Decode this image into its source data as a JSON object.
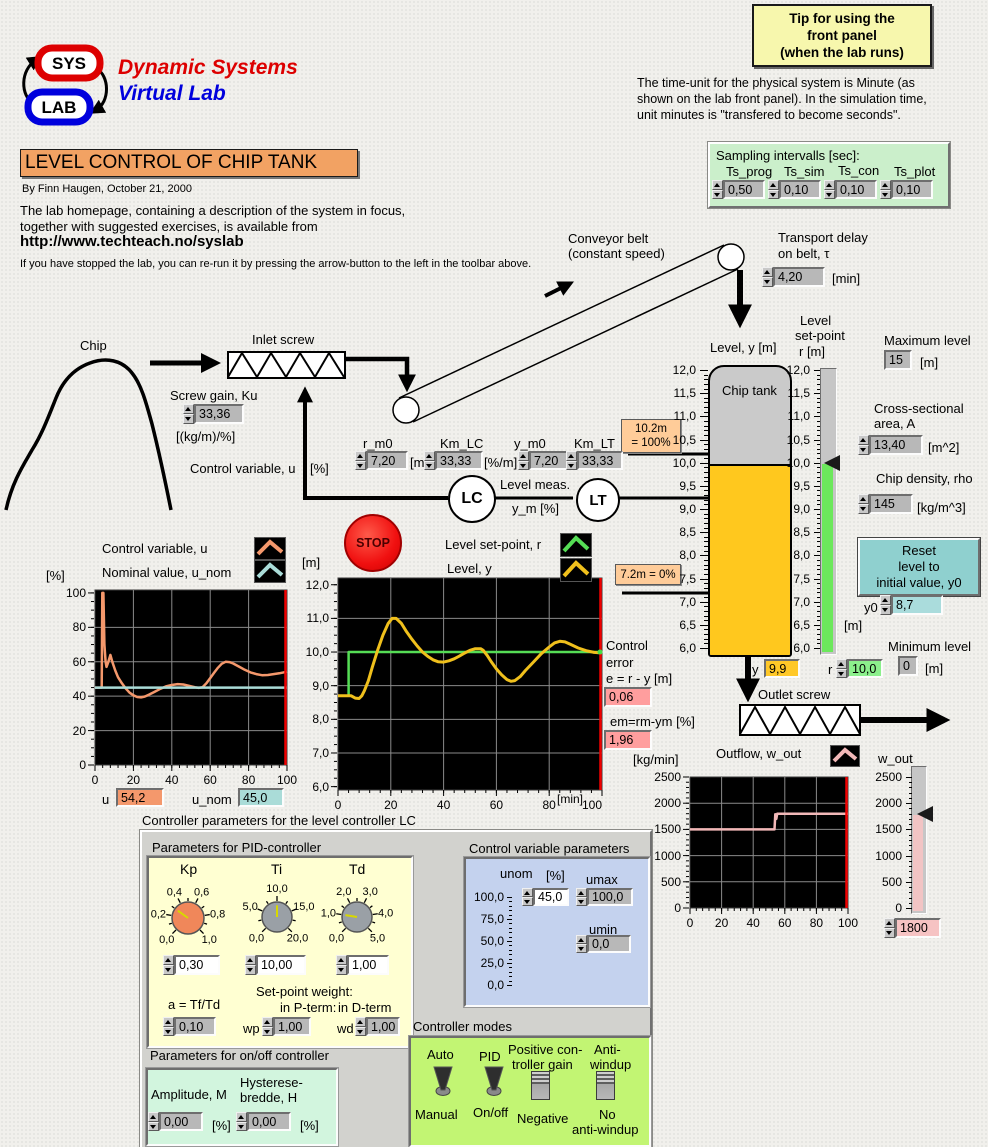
{
  "header": {
    "logo_sys": "SYS",
    "logo_lab": "LAB",
    "brand1": "Dynamic Systems",
    "brand2": "Virtual Lab",
    "tip_button": [
      "Tip for using the",
      "front panel",
      "(when the lab runs)"
    ],
    "time_note": [
      "The time-unit for the physical system is Minute (as",
      "shown on the lab front panel). In the simulation time,",
      "unit minutes is \"transfered to become seconds\"."
    ]
  },
  "title_block": {
    "title": "LEVEL CONTROL OF CHIP TANK",
    "byline": "By  Finn Haugen,  October 21, 2000",
    "para1": "The lab homepage, containing a description of the system in focus,",
    "para2": "together with suggested exercises, is available from",
    "url": "http://www.techteach.no/syslab",
    "rerun_note": "If you have stopped the lab, you can re-run it by pressing the arrow-button to the left in the toolbar above."
  },
  "labels": {
    "sampling_title": "Sampling intervalls [sec]:",
    "ts_prog": "Ts_prog",
    "ts_sim": "Ts_sim",
    "ts_con": "Ts_con",
    "ts_plot": "Ts_plot",
    "conveyor1": "Conveyor belt",
    "conveyor2": "(constant speed)",
    "transport1": "Transport delay",
    "transport2": "on belt, τ",
    "min_unit": "[min]",
    "chip": "Chip",
    "inlet_screw": "Inlet screw",
    "screw_gain": "Screw gain, Ku",
    "screw_gain_unit": "[(kg/m)/%]",
    "control_var": "Control variable, u",
    "pct_cv": "[%]",
    "r_m0": "r_m0",
    "m_unit_rm0": "[m]",
    "km_lc": "Km_LC",
    "pctm_unit": "[%/m]",
    "y_m0": "y_m0",
    "km_lt": "Km_LT",
    "level_meas1": "Level meas.",
    "level_meas2": "y_m [%]",
    "level_y": "Level, y  [m]",
    "chip_tank": "Chip tank",
    "setpoint1": "Level",
    "setpoint2": "set-point",
    "setpoint3": "r [m]",
    "max_level": "Maximum level",
    "m_unit_max": "[m]",
    "area1": "Cross-sectional",
    "area2": "area, A",
    "area_unit": "[m^2]",
    "rho": "Chip density, rho",
    "rho_unit": "[kg/m^3]",
    "reset1": "Reset",
    "reset2": "level to",
    "reset3": "initial value, y0",
    "y0": "y0",
    "m_unit_r": "[m]",
    "min_level": "Minimum level",
    "m_unit_min": "[m]",
    "y": "y",
    "r": "r",
    "outlet_screw": "Outlet screw",
    "stop": "STOP",
    "leg_u": "Control variable, u",
    "leg_unom": "Nominal value, u_nom",
    "pct_chart": "[%]",
    "u": "u",
    "u_nom": "u_nom",
    "leg_r": "Level set-point, r",
    "leg_y": "Level, y",
    "m_chart": "[m]",
    "min_chart": "[min]",
    "err1": "Control",
    "err2": "error",
    "err3": "e = r - y [m]",
    "err4": "em=rm-ym [%]",
    "kgmin": "[kg/min]",
    "outflow": "Outflow, w_out",
    "wout": "w_out",
    "ctrl_params": "Controller parameters for the level controller LC",
    "pid_title": "Parameters for PID-controller",
    "kp": "Kp",
    "ti": "Ti",
    "td": "Td",
    "a": "a = Tf/Td",
    "spw": "Set-point weight:",
    "inp": "in P-term:",
    "ind": "in D-term",
    "wp": "wp",
    "wd": "wd",
    "onoff_title": "Parameters for on/off controller",
    "amp": "Amplitude, M",
    "hyst1": "Hysterese-",
    "hyst2": "bredde, H",
    "pct_amp": "[%]",
    "pct_hyst": "[%]",
    "cvp_title": "Control variable parameters",
    "unom": "unom",
    "pct_unom": "[%]",
    "umax": "umax",
    "umin": "umin",
    "modes_title": "Controller modes",
    "auto": "Auto",
    "manual": "Manual",
    "pid": "PID",
    "onoff": "On/off",
    "pos1": "Positive con-",
    "pos2": "troller gain",
    "neg": "Negative",
    "aw1": "Anti-",
    "aw2": "windup",
    "naw1": "No",
    "naw2": "anti-windup"
  },
  "markers": {
    "top_line1": "10.2m",
    "top_line2": "= 100%",
    "bottom": "7.2m = 0%"
  },
  "fields": {
    "ts_prog": "0,50",
    "ts_sim": "0,10",
    "ts_con": "0,10",
    "ts_plot": "0,10",
    "tau": "4,20",
    "ku": "33,36",
    "r_m0": "7,20",
    "km_lc": "33,33",
    "y_m0": "7,20",
    "km_lt": "33,33",
    "max_level": "15",
    "area": "13,40",
    "rho": "145",
    "y0": "8,7",
    "min_level": "0",
    "y_level": "9,9",
    "r_setpoint": "10,0",
    "u": "54,2",
    "u_nom": "45,0",
    "e": "0,06",
    "em": "1,96",
    "w_out": "1800",
    "kp": "0,30",
    "ti": "10,00",
    "td": "1,00",
    "a": "0,10",
    "wp": "1,00",
    "wd": "1,00",
    "amplitude": "0,00",
    "hysterese": "0,00",
    "unom": "45,0",
    "umax": "100,0",
    "umin": "0,0"
  },
  "colors": {
    "title_bg": "#f2a263",
    "tip_bg": "#f7f7ad",
    "sampling_bg": "#cbefcb",
    "marker_bg": "#ffcc99",
    "tank_yellow": "#ffc81e",
    "tank_gray": "#cacaca",
    "u_orange": "#f4986c",
    "teal": "#aadcd8",
    "sp_green": "#55dd55",
    "level_amber": "#f0c01c",
    "pink_line": "#f2b8b8",
    "pink_field": "#ff9e9e",
    "wout_field": "#f6c3c3",
    "r_field": "#8cf08c",
    "y_field": "#ffc828",
    "y0_field": "#aadcdc",
    "pid_panel": "#ffffd2",
    "blue_panel": "#c4d2ee",
    "modes_panel": "#c2f573",
    "mint_panel": "#d2f5de",
    "reset_teal": "#8fd0cf",
    "field_gray": "#b8b8b8",
    "cursor_red": "#f00000",
    "knob_orange": "#f0875a",
    "knob_gray": "#9aa0a6"
  },
  "rulers": {
    "tank": {
      "vmax": 12,
      "vmin": 6,
      "step": 0.5,
      "minor": 0.1,
      "labels": [
        "12,0",
        "11,5",
        "11,0",
        "10,5",
        "10,0",
        "9,5",
        "9,0",
        "8,5",
        "8,0",
        "7,5",
        "7,0",
        "6,5",
        "6,0"
      ]
    },
    "wout": {
      "vmax": 2500,
      "vmin": 0,
      "step": 500,
      "minor": 100,
      "labels": [
        "2500",
        "2000",
        "1500",
        "1000",
        "500",
        "0"
      ]
    },
    "unom": {
      "vmax": 100,
      "vmin": 0,
      "step": 25,
      "minor": 5,
      "labels": [
        "100,0",
        "75,0",
        "50,0",
        "25,0",
        "0,0"
      ]
    }
  },
  "sliders": {
    "setpoint_value": 10.0,
    "wout_value": 1800,
    "unom_value": 45
  },
  "knobs": {
    "kp": {
      "min": 0,
      "max": 1,
      "value": 0.3,
      "color": "#f0875a",
      "ticks": [
        {
          "v": 0,
          "t": "0,0"
        },
        {
          "v": 0.2,
          "t": "0,2"
        },
        {
          "v": 0.4,
          "t": "0,4"
        },
        {
          "v": 0.6,
          "t": "0,6"
        },
        {
          "v": 0.8,
          "t": "0,8"
        },
        {
          "v": 1,
          "t": "1,0"
        }
      ]
    },
    "ti": {
      "min": 0,
      "max": 20,
      "value": 10,
      "color": "#9aa0a6",
      "ticks": [
        {
          "v": 0,
          "t": "0,0"
        },
        {
          "v": 5,
          "t": "5,0"
        },
        {
          "v": 10,
          "t": "10,0"
        },
        {
          "v": 15,
          "t": "15,0"
        },
        {
          "v": 20,
          "t": "20,0"
        }
      ]
    },
    "td": {
      "min": 0,
      "max": 5,
      "value": 1,
      "color": "#9aa0a6",
      "ticks": [
        {
          "v": 0,
          "t": "0,0"
        },
        {
          "v": 1,
          "t": "1,0"
        },
        {
          "v": 2,
          "t": "2,0"
        },
        {
          "v": 3,
          "t": "3,0"
        },
        {
          "v": 4,
          "t": "4,0"
        },
        {
          "v": 5,
          "t": "5,0"
        }
      ]
    }
  },
  "chart_data": [
    {
      "id": "u_chart",
      "type": "line",
      "title": "Control variable, u",
      "ylabel": "[%]",
      "xlim": [
        0,
        100
      ],
      "ylim": [
        0,
        100
      ],
      "xticks": [
        {
          "v": 0,
          "t": "0"
        },
        {
          "v": 20,
          "t": "20"
        },
        {
          "v": 40,
          "t": "40"
        },
        {
          "v": 60,
          "t": "60"
        },
        {
          "v": 80,
          "t": "80"
        },
        {
          "v": 100,
          "t": "100"
        }
      ],
      "yticks": [
        {
          "v": 0,
          "t": "0"
        },
        {
          "v": 20,
          "t": "20"
        },
        {
          "v": 40,
          "t": "40"
        },
        {
          "v": 60,
          "t": "60"
        },
        {
          "v": 80,
          "t": "80"
        },
        {
          "v": 100,
          "t": "100"
        }
      ],
      "legend": [
        {
          "label": "Control variable, u",
          "color": "#f4986c"
        },
        {
          "label": "Nominal value, u_nom",
          "color": "#aadcd8"
        }
      ],
      "series": [
        {
          "name": "u",
          "color": "#f4986c",
          "width": 2.5,
          "points": [
            [
              0,
              45
            ],
            [
              3.5,
              45
            ],
            [
              3.8,
              100
            ],
            [
              4.4,
              100
            ],
            [
              4.9,
              70
            ],
            [
              5.5,
              60
            ],
            [
              6,
              57
            ],
            [
              6.8,
              59.5
            ],
            [
              8,
              64
            ],
            [
              9,
              60
            ],
            [
              10.5,
              55
            ],
            [
              12,
              51
            ],
            [
              14,
              47.5
            ],
            [
              16,
              44.5
            ],
            [
              18,
              42
            ],
            [
              20,
              40.5
            ],
            [
              22,
              39.5
            ],
            [
              24,
              39.3
            ],
            [
              26,
              39.8
            ],
            [
              28,
              40.8
            ],
            [
              31,
              42.5
            ],
            [
              34,
              44.3
            ],
            [
              37,
              45.7
            ],
            [
              40,
              46.5
            ],
            [
              43,
              47
            ],
            [
              46,
              46.8
            ],
            [
              49,
              46
            ],
            [
              52,
              45.2
            ],
            [
              54,
              44.8
            ],
            [
              56,
              45.2
            ],
            [
              58,
              47.5
            ],
            [
              60,
              50.5
            ],
            [
              62,
              53.5
            ],
            [
              64,
              56.5
            ],
            [
              66,
              58.8
            ],
            [
              68,
              60
            ],
            [
              70,
              59.8
            ],
            [
              72,
              59
            ],
            [
              75,
              57.2
            ],
            [
              78,
              55.3
            ],
            [
              81,
              53.8
            ],
            [
              84,
              52.8
            ],
            [
              87,
              52.2
            ],
            [
              90,
              52.3
            ],
            [
              93,
              52.8
            ],
            [
              96,
              53.3
            ],
            [
              100,
              54.2
            ]
          ]
        },
        {
          "name": "u_nom",
          "color": "#aadcd8",
          "width": 2.5,
          "points": [
            [
              0,
              45
            ],
            [
              100,
              45
            ]
          ]
        }
      ]
    },
    {
      "id": "level_chart",
      "type": "line",
      "title": "Level",
      "ylabel": "[m]",
      "xlabel_unit": "[min]",
      "xlim": [
        0,
        100
      ],
      "ylim": [
        6,
        12
      ],
      "xticks": [
        {
          "v": 0,
          "t": "0"
        },
        {
          "v": 20,
          "t": "20"
        },
        {
          "v": 40,
          "t": "40"
        },
        {
          "v": 60,
          "t": "60"
        },
        {
          "v": 80,
          "t": "80"
        },
        {
          "v": 100,
          "t": "100"
        }
      ],
      "yticks": [
        {
          "v": 6,
          "t": "6,0"
        },
        {
          "v": 7,
          "t": "7,0"
        },
        {
          "v": 8,
          "t": "8,0"
        },
        {
          "v": 9,
          "t": "9,0"
        },
        {
          "v": 10,
          "t": "10,0"
        },
        {
          "v": 11,
          "t": "11,0"
        },
        {
          "v": 12,
          "t": "12,0"
        }
      ],
      "legend": [
        {
          "label": "Level set-point, r",
          "color": "#55dd55"
        },
        {
          "label": "Level, y",
          "color": "#f0c01c"
        }
      ],
      "series": [
        {
          "name": "r",
          "color": "#55dd55",
          "width": 2.5,
          "points": [
            [
              0,
              8.7
            ],
            [
              4,
              8.7
            ],
            [
              4,
              10
            ],
            [
              100,
              10
            ]
          ]
        },
        {
          "name": "y",
          "color": "#f0c01c",
          "width": 3,
          "points": [
            [
              0,
              8.7
            ],
            [
              5,
              8.7
            ],
            [
              6.5,
              8.63
            ],
            [
              8,
              8.62
            ],
            [
              9,
              8.7
            ],
            [
              10,
              8.85
            ],
            [
              11.5,
              9.15
            ],
            [
              13,
              9.55
            ],
            [
              15,
              10.05
            ],
            [
              17,
              10.5
            ],
            [
              19,
              10.85
            ],
            [
              20.5,
              11
            ],
            [
              22,
              11
            ],
            [
              24,
              10.85
            ],
            [
              26,
              10.6
            ],
            [
              28,
              10.38
            ],
            [
              30,
              10.18
            ],
            [
              32,
              10
            ],
            [
              34,
              9.87
            ],
            [
              36,
              9.77
            ],
            [
              38,
              9.71
            ],
            [
              40,
              9.7
            ],
            [
              42,
              9.74
            ],
            [
              44,
              9.8
            ],
            [
              46,
              9.88
            ],
            [
              48,
              9.97
            ],
            [
              50,
              10.05
            ],
            [
              52,
              10.1
            ],
            [
              54,
              10.1
            ],
            [
              55,
              10.05
            ],
            [
              56.5,
              9.9
            ],
            [
              58,
              9.72
            ],
            [
              60,
              9.5
            ],
            [
              62,
              9.32
            ],
            [
              64,
              9.18
            ],
            [
              65.5,
              9.13
            ],
            [
              67,
              9.15
            ],
            [
              69,
              9.27
            ],
            [
              71,
              9.45
            ],
            [
              74,
              9.7
            ],
            [
              77,
              9.95
            ],
            [
              80,
              10.15
            ],
            [
              82,
              10.27
            ],
            [
              84,
              10.32
            ],
            [
              86,
              10.3
            ],
            [
              88,
              10.23
            ],
            [
              91,
              10.12
            ],
            [
              94,
              10.04
            ],
            [
              97,
              9.99
            ],
            [
              100,
              9.97
            ]
          ]
        }
      ]
    },
    {
      "id": "outflow_chart",
      "type": "line",
      "title": "Outflow, w_out",
      "ylabel": "[kg/min]",
      "xlim": [
        0,
        100
      ],
      "ylim": [
        0,
        2500
      ],
      "xticks": [
        {
          "v": 0,
          "t": "0"
        },
        {
          "v": 20,
          "t": "20"
        },
        {
          "v": 40,
          "t": "40"
        },
        {
          "v": 60,
          "t": "60"
        },
        {
          "v": 80,
          "t": "80"
        },
        {
          "v": 100,
          "t": "100"
        }
      ],
      "yticks": [
        {
          "v": 0,
          "t": "0"
        },
        {
          "v": 500,
          "t": "500"
        },
        {
          "v": 1000,
          "t": "1000"
        },
        {
          "v": 1500,
          "t": "1500"
        },
        {
          "v": 2000,
          "t": "2000"
        },
        {
          "v": 2500,
          "t": "2500"
        }
      ],
      "legend": [
        {
          "label": "Outflow, w_out",
          "color": "#f2b8b8"
        }
      ],
      "series": [
        {
          "name": "w_out",
          "color": "#f2b8b8",
          "width": 2.5,
          "points": [
            [
              0,
              1500
            ],
            [
              53.5,
              1500
            ],
            [
              54,
              1790
            ],
            [
              54.6,
              1700
            ],
            [
              55.2,
              1800
            ],
            [
              100,
              1800
            ]
          ]
        }
      ]
    }
  ]
}
